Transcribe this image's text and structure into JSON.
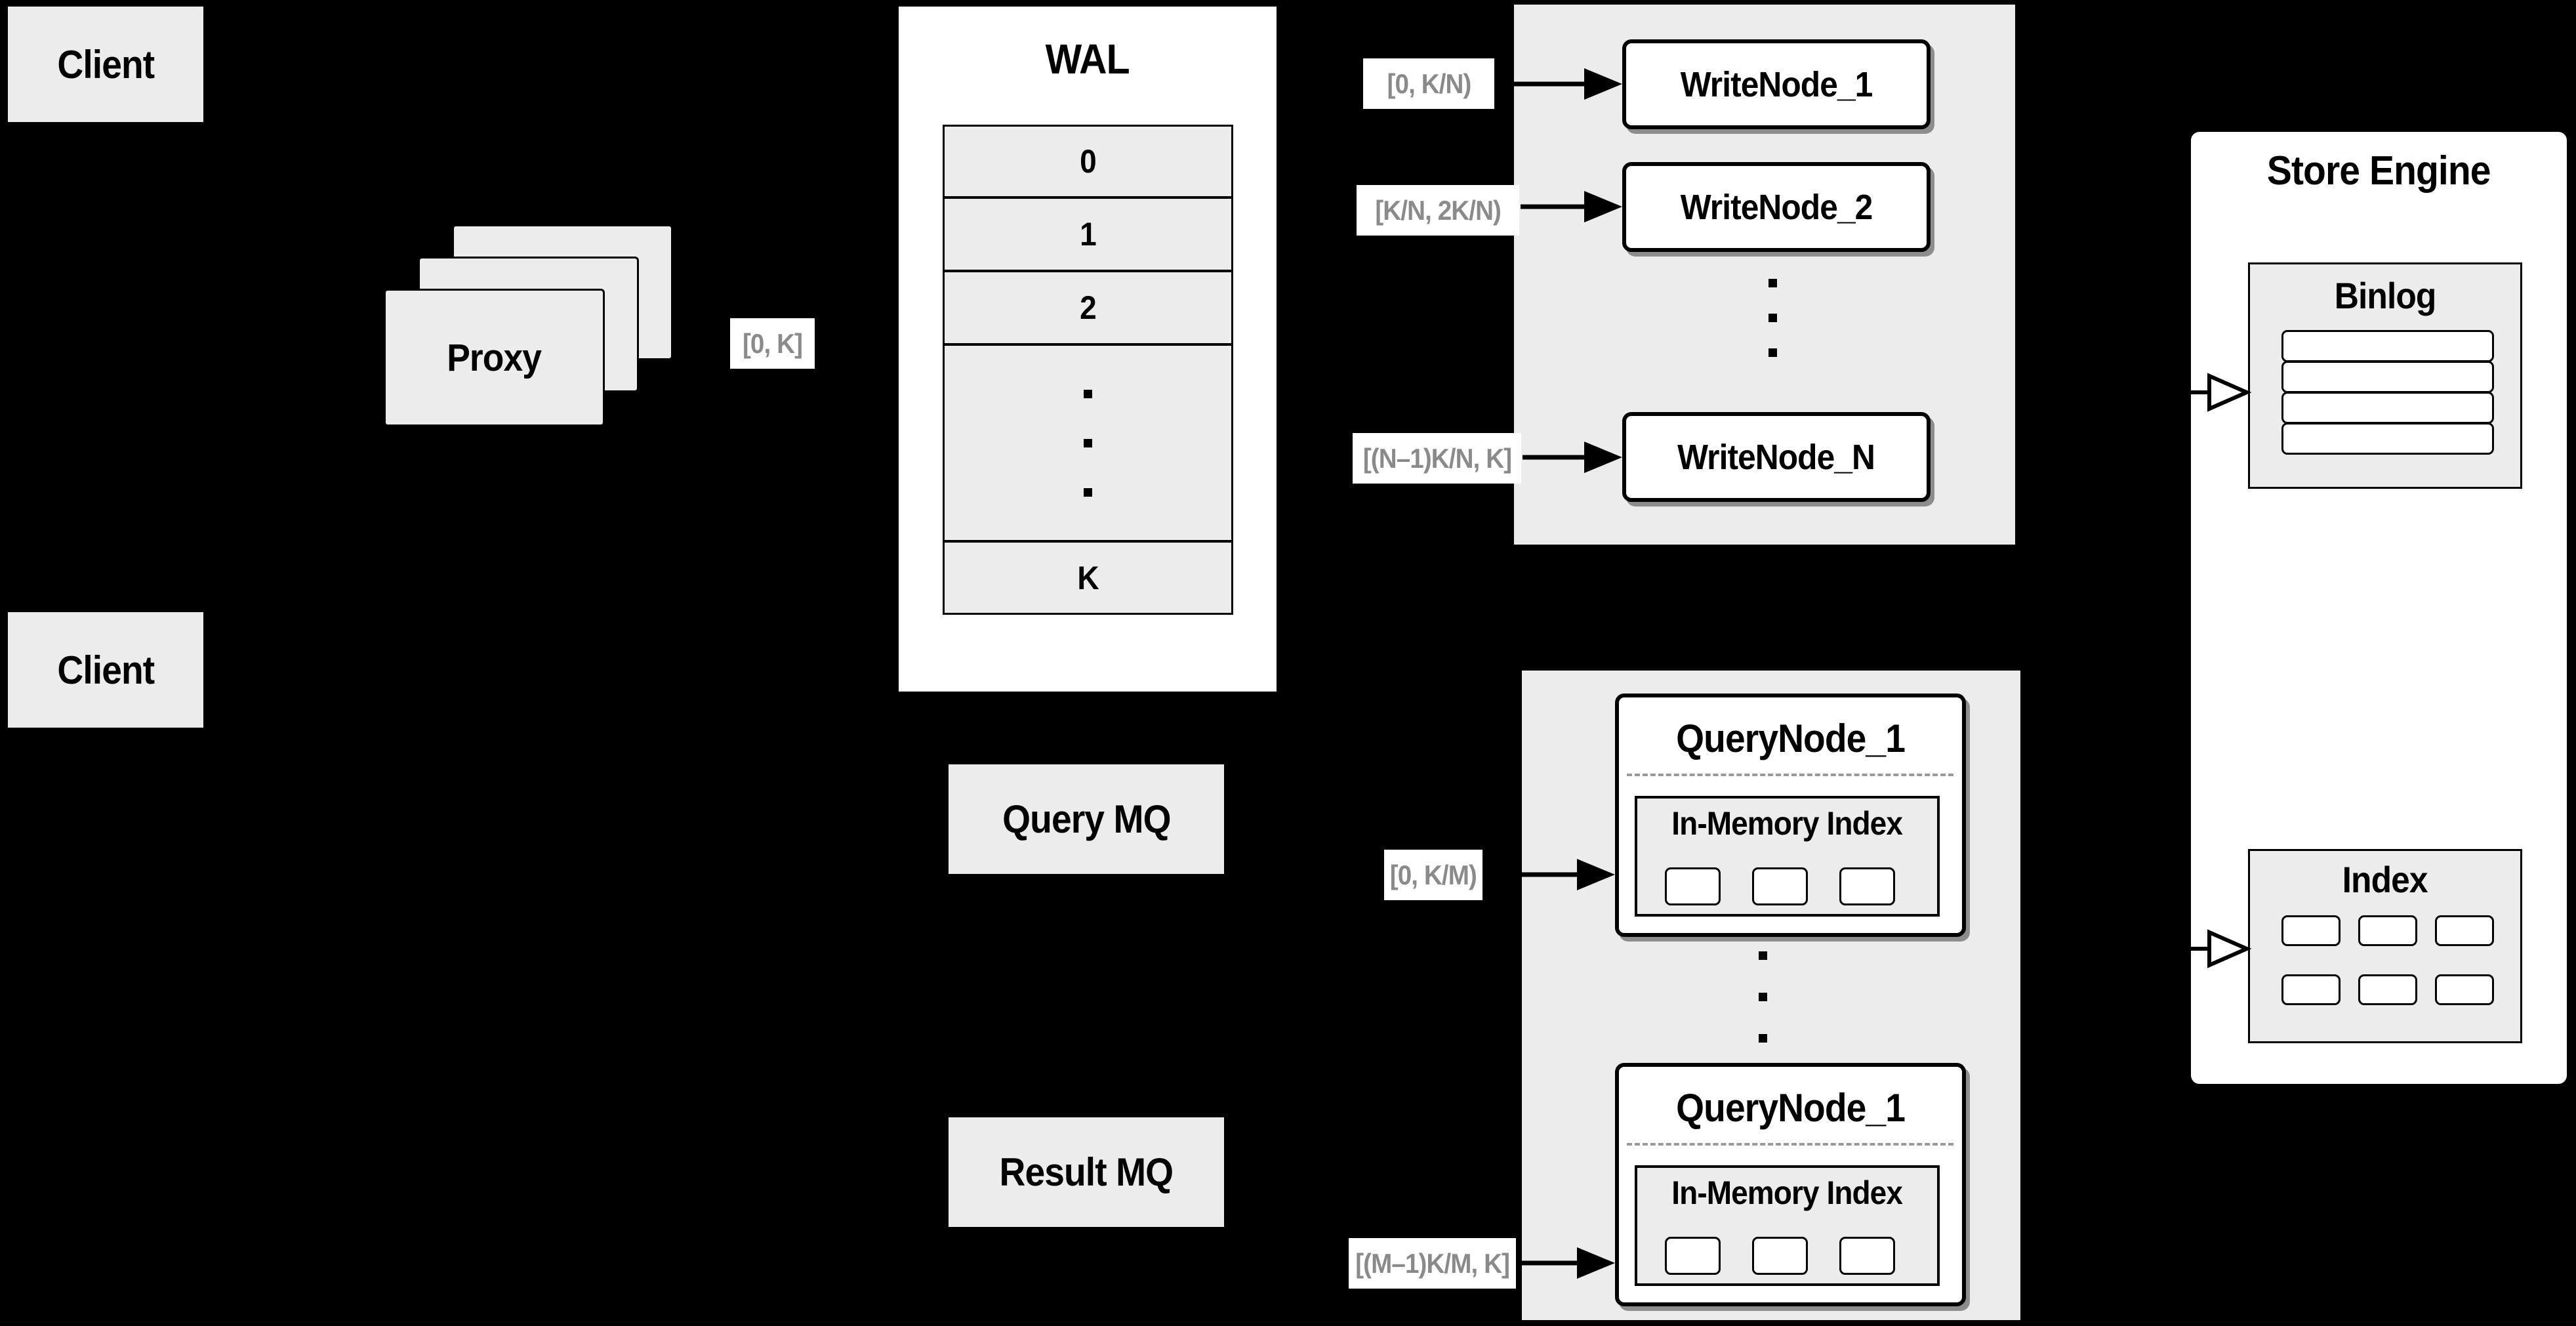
{
  "diagram": {
    "clients": {
      "top": "Client",
      "bottom": "Client"
    },
    "proxy": {
      "label": "Proxy"
    },
    "wal": {
      "title": "WAL",
      "segments": [
        "0",
        "1",
        "2",
        "K"
      ]
    },
    "range_labels": {
      "proxy_to_wal": "[0, K]",
      "wal_to_writenode_1": "[0,  K/N)",
      "wal_to_writenode_2": "[K/N, 2K/N)",
      "wal_to_writenode_n": "[(N–1)K/N,  K]",
      "querymq_to_querynode_top": "[0, K/M)",
      "querymq_to_querynode_bottom": "[(M–1)K/M, K]"
    },
    "write_nodes": {
      "node_1": "WriteNode_1",
      "node_2": "WriteNode_2",
      "node_n": "WriteNode_N"
    },
    "query_nodes": {
      "node_top": {
        "title": "QueryNode_1",
        "inner_title": "In-Memory Index"
      },
      "node_bottom": {
        "title": "QueryNode_1",
        "inner_title": "In-Memory Index"
      }
    },
    "mq": {
      "query": "Query MQ",
      "result": "Result MQ"
    },
    "store_engine": {
      "title": "Store Engine",
      "binlog_title": "Binlog",
      "index_title": "Index"
    },
    "colors": {
      "background": "#000000",
      "box_fill": "#ececec",
      "box_white": "#ffffff",
      "border": "#000000",
      "label_text": "#8a8a8a",
      "dash_separator": "#999999"
    }
  }
}
